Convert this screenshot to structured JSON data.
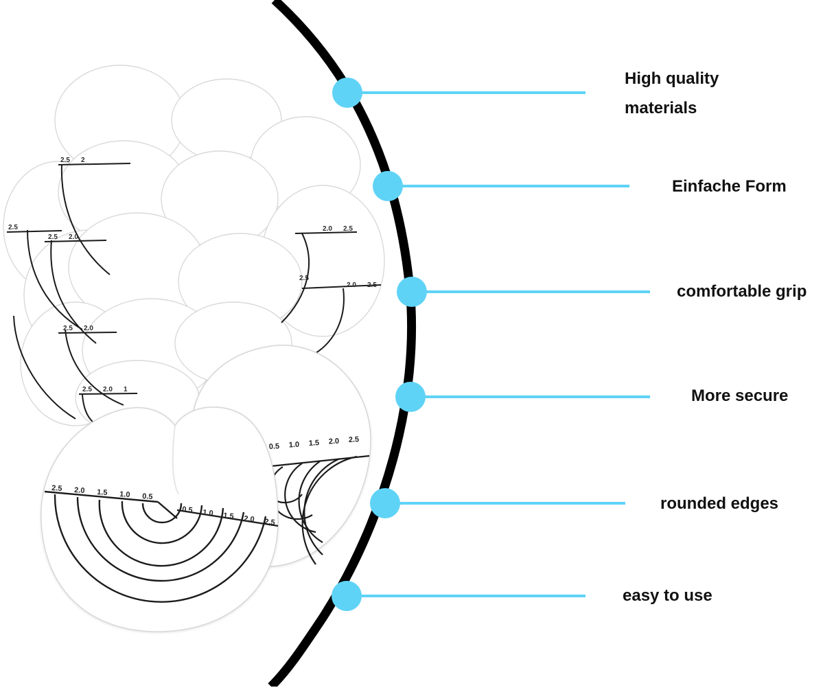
{
  "colors": {
    "background": "#ffffff",
    "arc": "#000000",
    "accent": "#5fd3f6",
    "text": "#111111",
    "pad": "#ffffff",
    "pad_edge": "#d8d8d8",
    "ring": "#1a1a1a"
  },
  "product": {
    "icon": "eyelash-extension-pad-icon",
    "front_left_scale": [
      "2.5",
      "2.0",
      "1.5",
      "1.0",
      "0.5"
    ],
    "front_right_scale": [
      "0.5",
      "1.0",
      "1.5",
      "2.0",
      "2.5"
    ],
    "back_right_scale": [
      "0.5",
      "1.0",
      "1.5",
      "2.0",
      "2.5"
    ],
    "stack_tab_labels": [
      [
        "2.5",
        "2"
      ],
      [
        "2.5"
      ],
      [
        "2.5",
        "2.0"
      ],
      [
        "2.0",
        "2.5"
      ],
      [
        "2.0",
        "2.5"
      ],
      [
        "2.5"
      ],
      [
        "2.5",
        "2.0"
      ],
      [
        "2.5",
        "2.0",
        "1"
      ]
    ]
  },
  "features": [
    {
      "label": "High quality\nmaterials",
      "icon": "bullet-dot-icon"
    },
    {
      "label": "Einfache Form",
      "icon": "bullet-dot-icon"
    },
    {
      "label": "comfortable grip",
      "icon": "bullet-dot-icon"
    },
    {
      "label": "More secure",
      "icon": "bullet-dot-icon"
    },
    {
      "label": "rounded edges",
      "icon": "bullet-dot-icon"
    },
    {
      "label": "easy to use",
      "icon": "bullet-dot-icon"
    }
  ]
}
